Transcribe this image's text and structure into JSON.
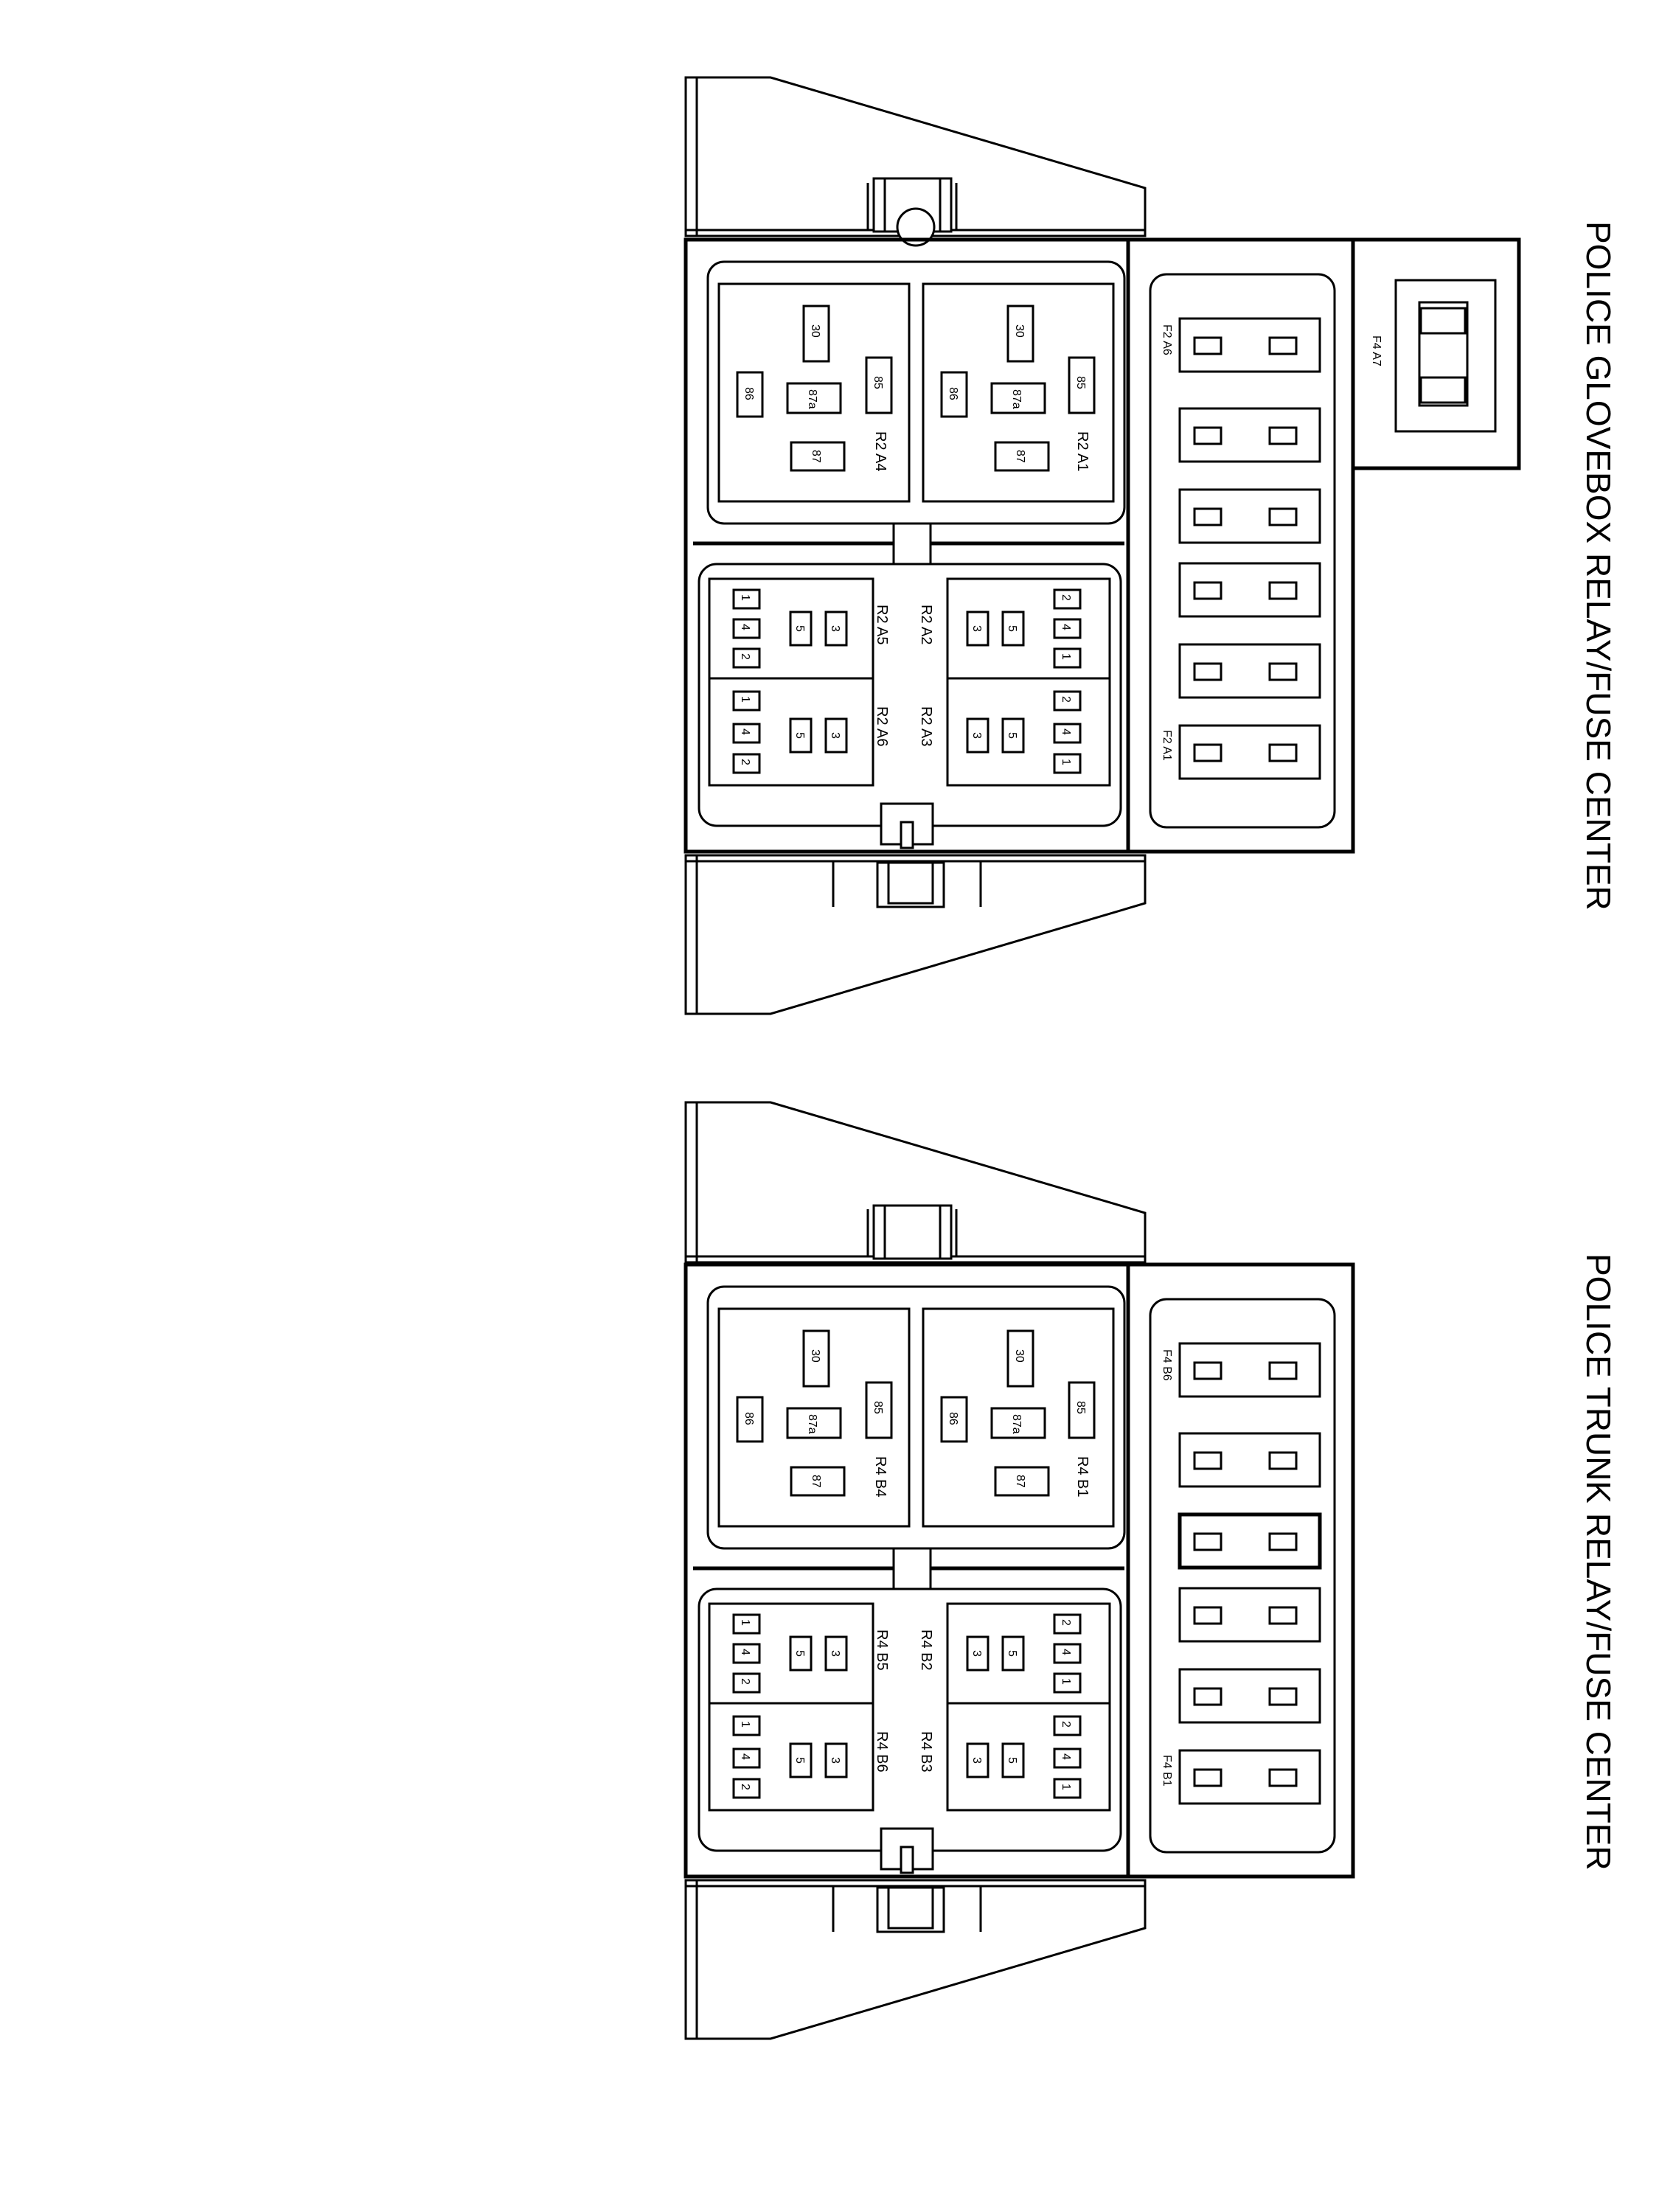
{
  "panels": [
    {
      "id": "glovebox",
      "title": "POLICE GLOVEBOX RELAY/FUSE CENTER",
      "big_relays": [
        {
          "label": "R2 A1",
          "pins": [
            "30",
            "86",
            "87a",
            "85",
            "87"
          ]
        },
        {
          "label": "R2 A4",
          "pins": [
            "30",
            "86",
            "87a",
            "85",
            "87"
          ]
        }
      ],
      "micro_relays": [
        {
          "label": "R2 A2",
          "pins": [
            "3",
            "5",
            "2",
            "4",
            "1"
          ]
        },
        {
          "label": "R2 A3",
          "pins": [
            "3",
            "5",
            "2",
            "4",
            "1"
          ]
        },
        {
          "label": "R2 A5",
          "pins": [
            "5",
            "3",
            "1",
            "4",
            "2"
          ]
        },
        {
          "label": "R2 A6",
          "pins": [
            "5",
            "3",
            "1",
            "4",
            "2"
          ]
        }
      ],
      "fuse_labels": {
        "first": "F2 A6",
        "last": "F2 A1"
      },
      "extra_fuse": "F4 A7"
    },
    {
      "id": "trunk",
      "title": "POLICE TRUNK RELAY/FUSE CENTER",
      "big_relays": [
        {
          "label": "R4 B1",
          "pins": [
            "30",
            "86",
            "87a",
            "85",
            "87"
          ]
        },
        {
          "label": "R4 B4",
          "pins": [
            "30",
            "86",
            "87a",
            "85",
            "87"
          ]
        }
      ],
      "micro_relays": [
        {
          "label": "R4 B2",
          "pins": [
            "3",
            "5",
            "2",
            "4",
            "1"
          ]
        },
        {
          "label": "R4 B3",
          "pins": [
            "3",
            "5",
            "2",
            "4",
            "1"
          ]
        },
        {
          "label": "R4 B5",
          "pins": [
            "5",
            "3",
            "1",
            "4",
            "2"
          ]
        },
        {
          "label": "R4 B6",
          "pins": [
            "5",
            "3",
            "1",
            "4",
            "2"
          ]
        }
      ],
      "fuse_labels": {
        "first": "F4 B6",
        "last": "F4 B1"
      },
      "extra_fuse": ""
    }
  ]
}
